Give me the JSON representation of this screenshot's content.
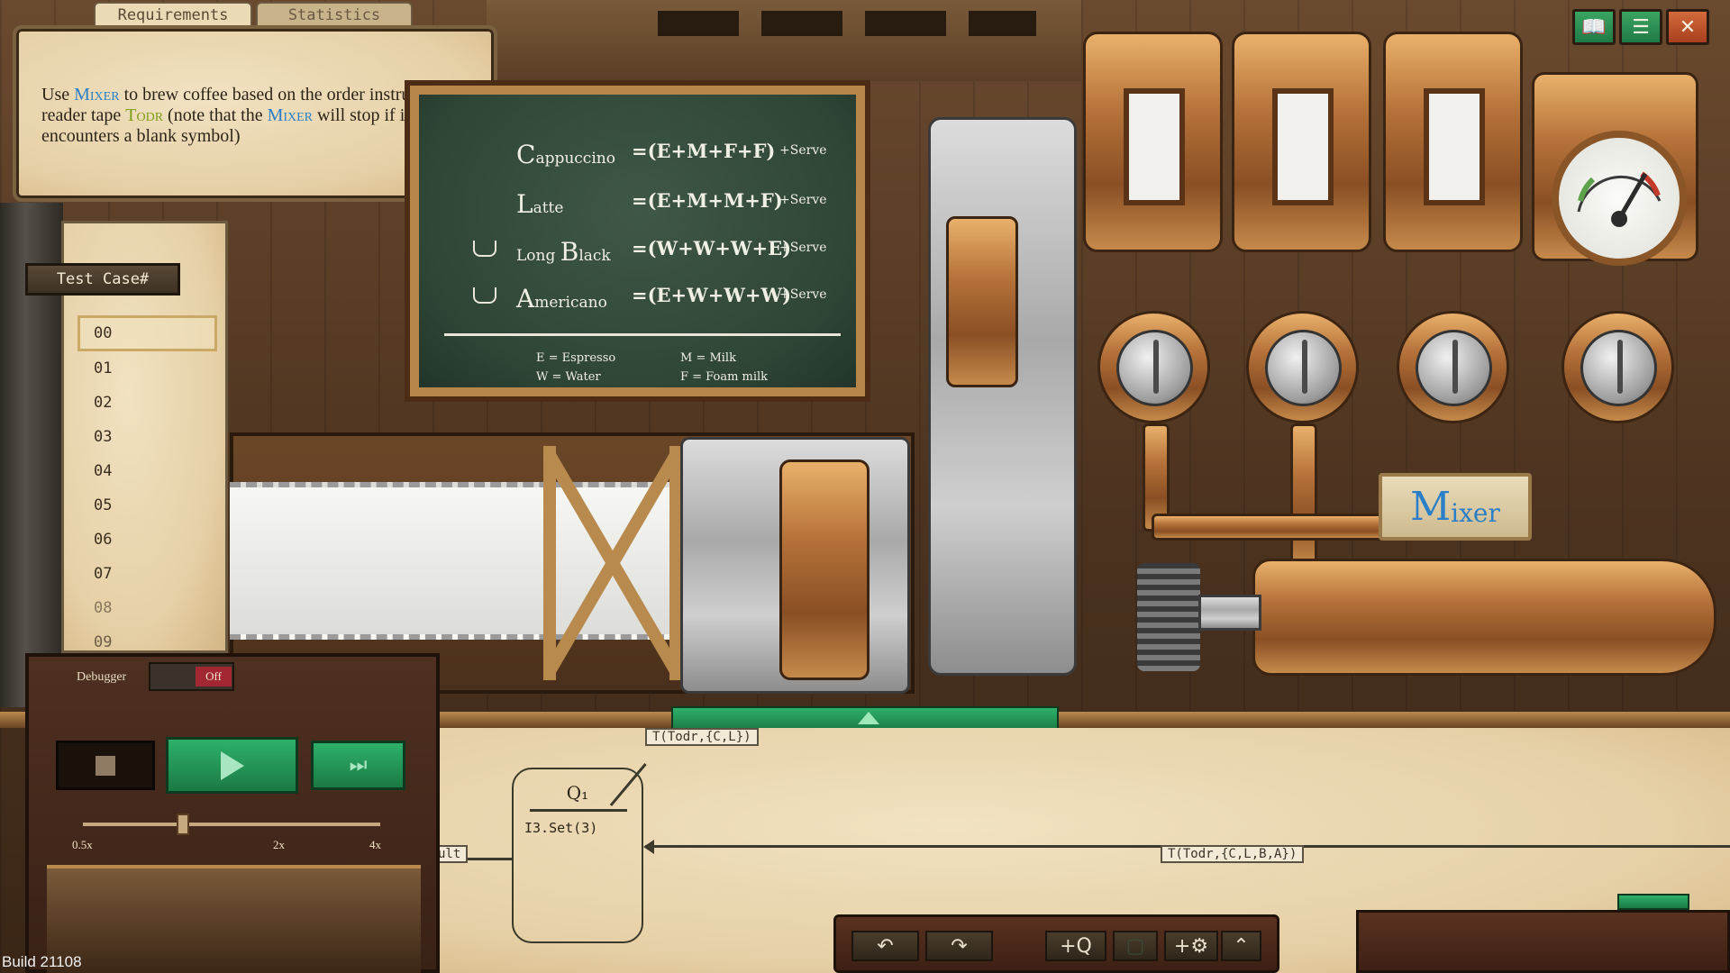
{
  "tabs": {
    "requirements": "Requirements",
    "statistics": "Statistics"
  },
  "requirements": {
    "t1": "Use ",
    "mixer1": "Mixer",
    "t2": " to brew coffee based on the order instructions on reader tape ",
    "todr": "Todr",
    "t3": " (note that the ",
    "mixer2": "Mixer",
    "t4": " will stop if it encounters a blank symbol)"
  },
  "board": {
    "recipes": [
      {
        "initial": "C",
        "rest": "appuccino",
        "formula": "=(E+M+F+F)",
        "serve": "+Serve"
      },
      {
        "initial": "L",
        "rest": "atte",
        "formula": "=(E+M+M+F)",
        "serve": "+Serve"
      },
      {
        "initial": "B",
        "prefix": "Long ",
        "rest": "lack",
        "formula": "=(W+W+W+E)",
        "serve": "+Serve"
      },
      {
        "initial": "A",
        "rest": "mericano",
        "formula": "=(E+W+W+W)",
        "serve": "+Serve"
      }
    ],
    "legend": {
      "e": "E = Espresso",
      "m": "M = Milk",
      "w": "W = Water",
      "f": "F = Foam milk"
    }
  },
  "test_cases": {
    "label": "Test Case#",
    "items": [
      "00",
      "01",
      "02",
      "03",
      "04",
      "05",
      "06",
      "07",
      "08",
      "09"
    ]
  },
  "debugger": {
    "label": "Debugger",
    "toggle": "Off",
    "speeds": [
      "0.5x",
      "2x",
      "4x"
    ]
  },
  "machine": {
    "mixer_label_initial": "M",
    "mixer_label_rest": "ixer"
  },
  "program": {
    "tag_top": "T(Todr,{C,L})",
    "tag_right": "T(Todr,{C,L,B,A})",
    "tag_left": "ult",
    "node_title": "Q₁",
    "node_body": "I3.Set(3)",
    "toolbar_add_q": "+Q",
    "toolbar_add_gear": "+⚙"
  },
  "build": "Build 21108",
  "colors": {
    "accent_green": "#1f8c4c",
    "close_red": "#c4532b",
    "keyword_blue": "#2a7fc8",
    "keyword_green": "#7c9d16"
  }
}
